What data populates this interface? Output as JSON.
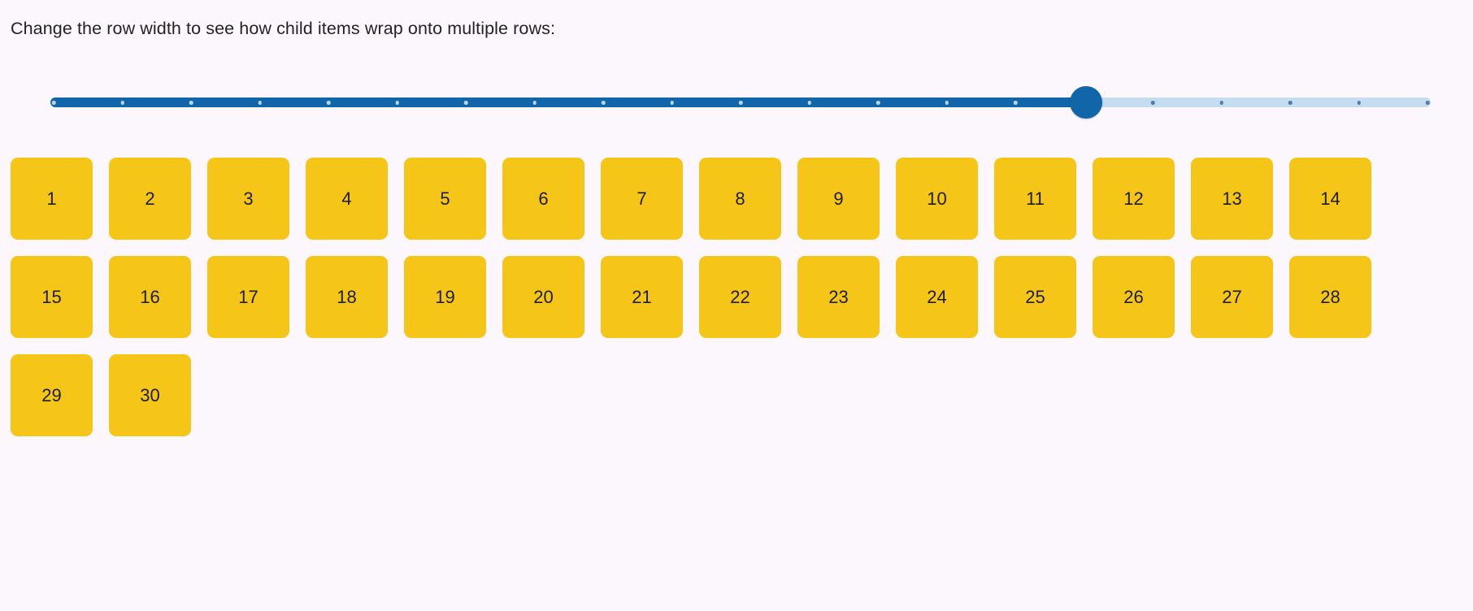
{
  "page": {
    "background_color": "#fcf7fc",
    "instruction": "Change the row width to see how child items wrap onto multiple rows:"
  },
  "slider": {
    "name": "row-width-slider",
    "orientation": "horizontal",
    "min": 0,
    "max": 20,
    "step": 1,
    "value": 15,
    "tick_count": 21,
    "show_ticks": true,
    "fill_percent": 75,
    "track_color_filled": "#1066a8",
    "track_color_rest": "#c6dcef",
    "thumb_color": "#1066a8",
    "tick_color_on_filled": "#b9d3e8",
    "tick_color_on_rest": "#4d80ad"
  },
  "items": {
    "count": 30,
    "per_row": 15,
    "tile_color": "#f5c518",
    "tile_text_color": "#1d1d1d",
    "labels": [
      "1",
      "2",
      "3",
      "4",
      "5",
      "6",
      "7",
      "8",
      "9",
      "10",
      "11",
      "12",
      "13",
      "14",
      "15",
      "16",
      "17",
      "18",
      "19",
      "20",
      "21",
      "22",
      "23",
      "24",
      "25",
      "26",
      "27",
      "28",
      "29",
      "30"
    ]
  }
}
